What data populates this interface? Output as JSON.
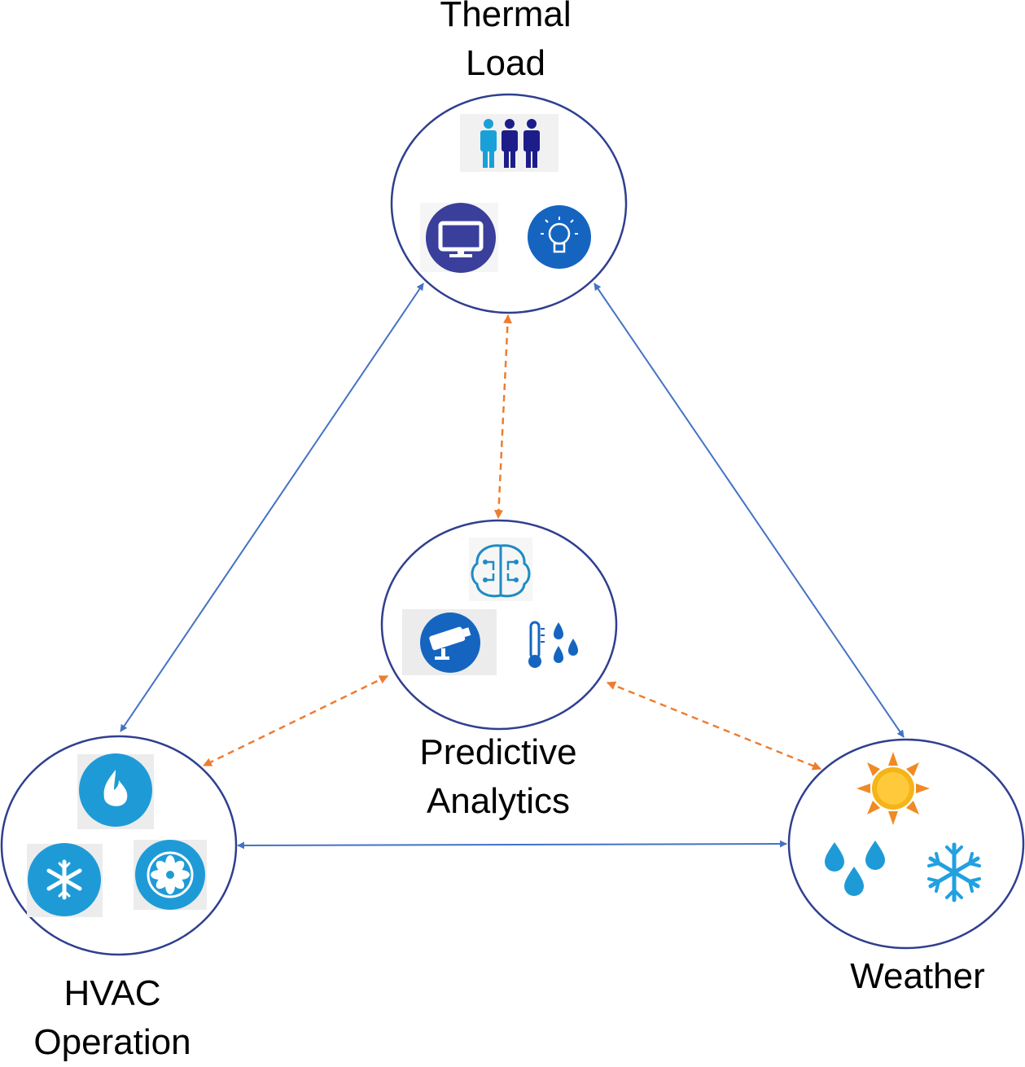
{
  "nodes": {
    "thermal_load": {
      "label_lines": [
        "Thermal",
        "Load"
      ]
    },
    "predictive_analytics": {
      "label_lines": [
        "Predictive",
        "Analytics"
      ]
    },
    "hvac_operation": {
      "label_lines": [
        "HVAC",
        "Operation"
      ]
    },
    "weather": {
      "label_lines": [
        "Weather"
      ]
    }
  },
  "icons": {
    "thermal_load": [
      "people-icon",
      "monitor-icon",
      "lightbulb-icon"
    ],
    "predictive_analytics": [
      "brain-circuit-icon",
      "security-camera-icon",
      "thermometer-humidity-icon"
    ],
    "hvac_operation": [
      "flame-icon",
      "snowflake-icon",
      "fan-icon"
    ],
    "weather": [
      "sun-icon",
      "water-drops-icon",
      "snowflake-icon"
    ]
  },
  "connections": [
    {
      "from": "thermal_load",
      "to": "hvac_operation",
      "style": "solid",
      "direction": "both"
    },
    {
      "from": "thermal_load",
      "to": "weather",
      "style": "solid",
      "direction": "both"
    },
    {
      "from": "hvac_operation",
      "to": "weather",
      "style": "solid",
      "direction": "both"
    },
    {
      "from": "predictive_analytics",
      "to": "thermal_load",
      "style": "dashed",
      "direction": "both"
    },
    {
      "from": "predictive_analytics",
      "to": "hvac_operation",
      "style": "dashed",
      "direction": "both"
    },
    {
      "from": "predictive_analytics",
      "to": "weather",
      "style": "dashed",
      "direction": "both"
    }
  ],
  "colors": {
    "circle_stroke": "#2f3f8f",
    "solid_arrow": "#4472c4",
    "dashed_arrow": "#ed7d31",
    "icon_blue": "#1e8bc3",
    "icon_navy": "#3a3f9b",
    "sun": "#f5a623"
  }
}
